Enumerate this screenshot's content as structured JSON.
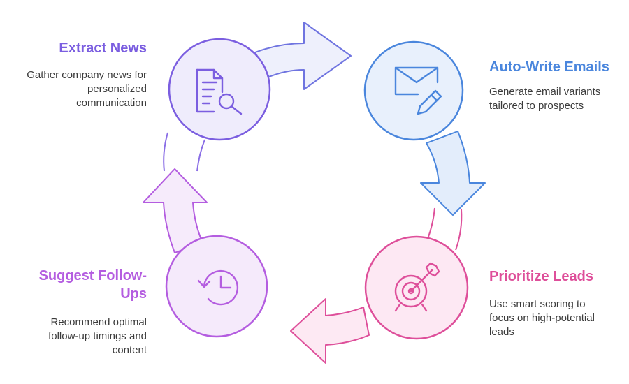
{
  "steps": {
    "extract_news": {
      "title": "Extract News",
      "description": "Gather company news for\npersonalized\ncommunication",
      "icon": "document-search-icon",
      "color": "#7b5ee0"
    },
    "auto_write_emails": {
      "title": "Auto-Write Emails",
      "description": "Generate email variants\ntailored to prospects",
      "icon": "envelope-pencil-icon",
      "color": "#4a86dd"
    },
    "prioritize_leads": {
      "title": "Prioritize Leads",
      "description": "Use smart scoring to\nfocus on high-potential\nleads",
      "icon": "target-arrow-icon",
      "color": "#de4f9a"
    },
    "suggest_follow_ups": {
      "title": "Suggest Follow-\nUps",
      "description": "Recommend optimal\nfollow-up timings and\ncontent",
      "icon": "history-clock-icon",
      "color": "#b45de0"
    }
  }
}
